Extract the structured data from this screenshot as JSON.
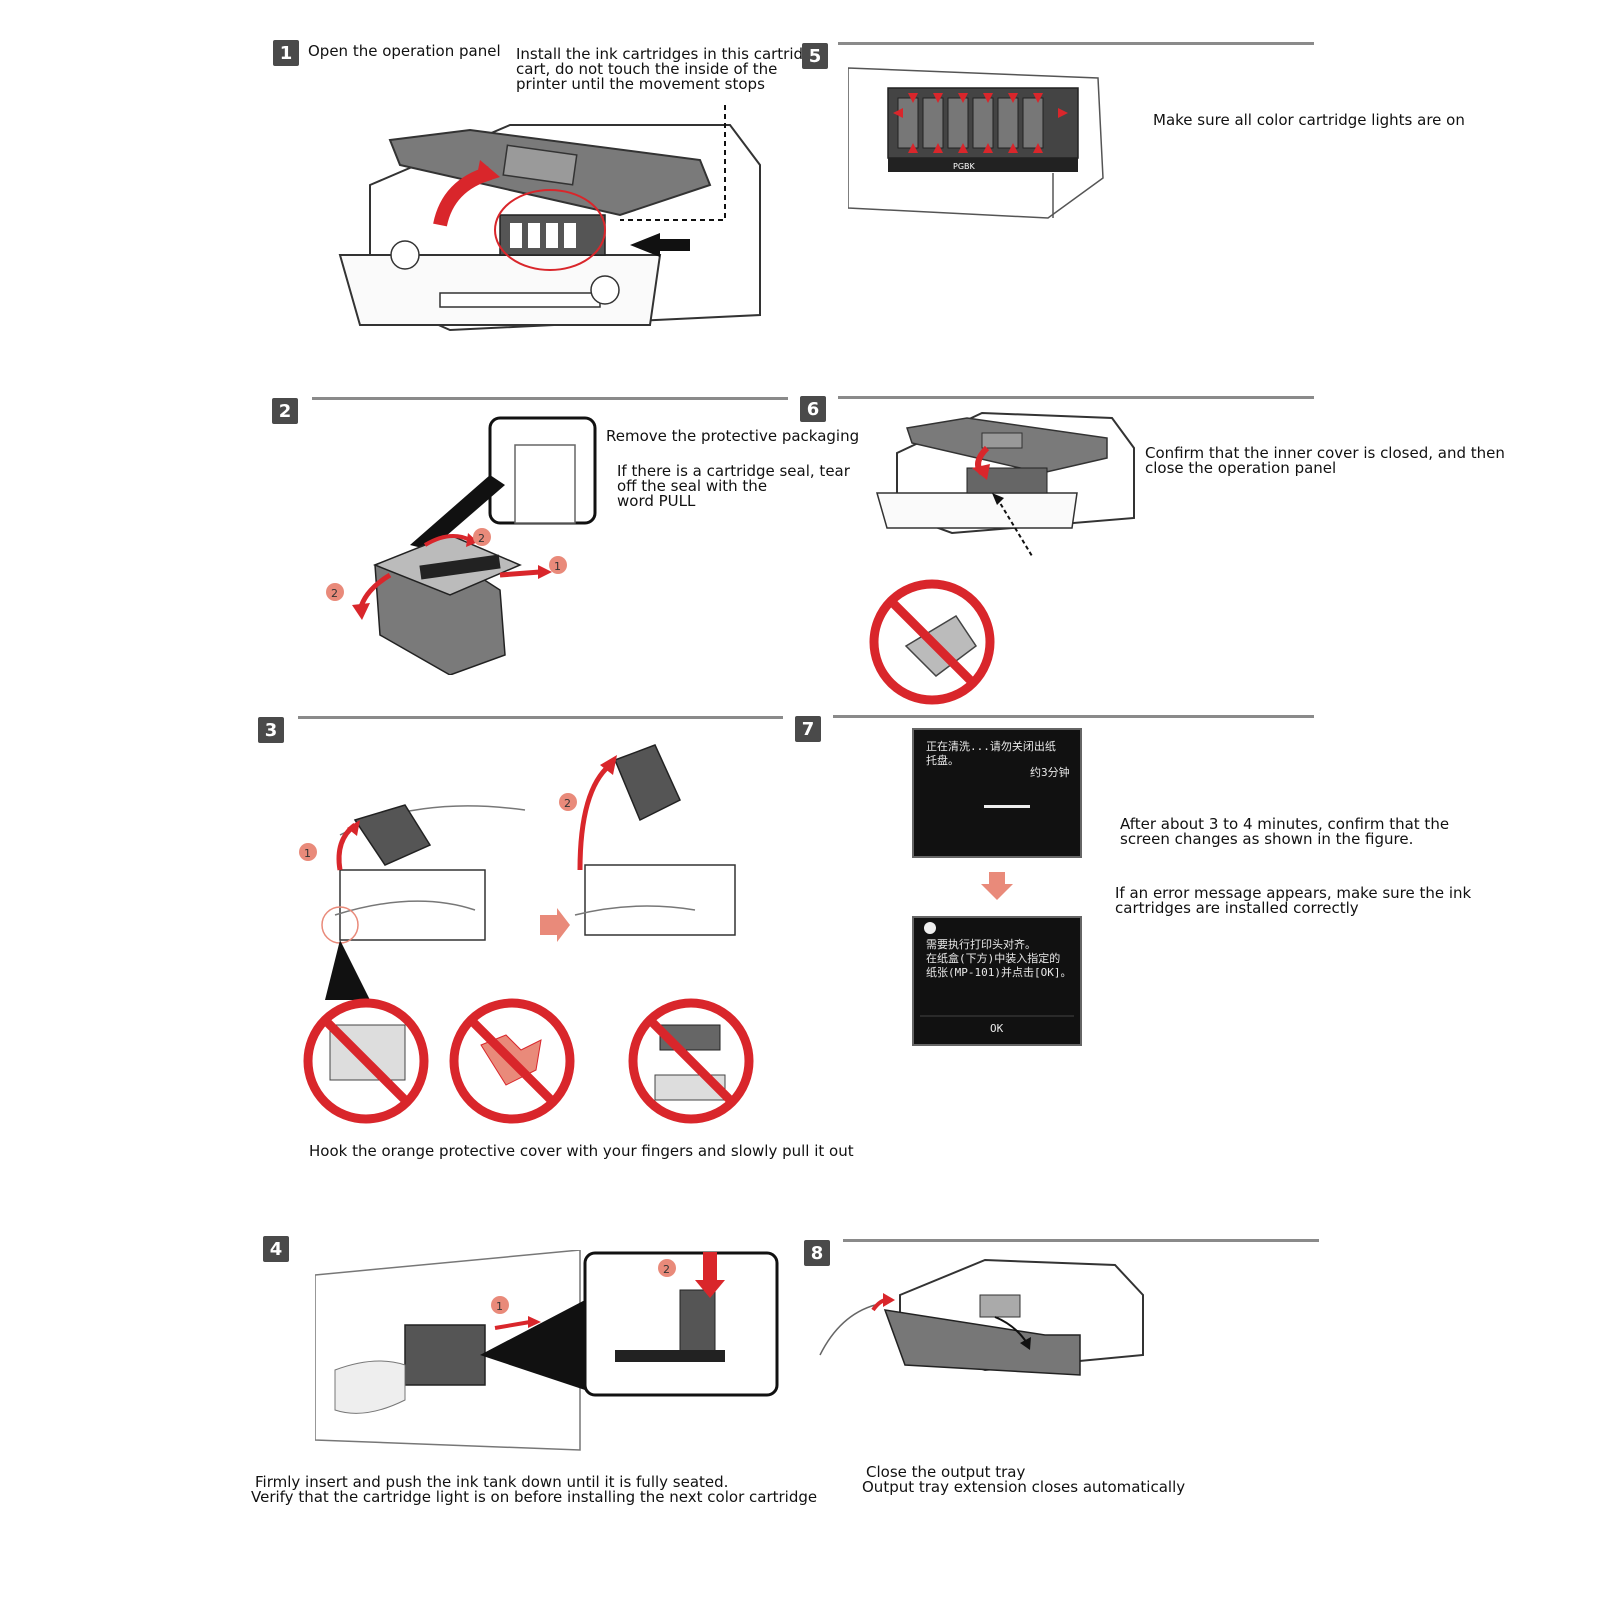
{
  "steps": [
    {
      "number": "1",
      "lines": [
        "Open the operation panel"
      ]
    },
    {
      "number": "5",
      "lines": [
        "Make sure all color cartridge lights are on"
      ]
    },
    {
      "number": "2",
      "lines": [
        "Remove the protective packaging"
      ]
    },
    {
      "number": "6",
      "lines": [
        "Confirm that the inner cover is closed, and then",
        "close the operation panel"
      ]
    },
    {
      "number": "3",
      "lines": [
        "Hook the orange protective cover with your fingers and slowly pull it out"
      ]
    },
    {
      "number": "7",
      "lines": [
        "After about 3 to 4 minutes, confirm that the",
        "screen changes as shown in the figure."
      ]
    },
    {
      "number": "4",
      "lines": [
        "Firmly insert and push the ink tank down until it is fully seated.",
        "Verify that the cartridge light is on before installing the next color cartridge"
      ]
    },
    {
      "number": "8",
      "lines": [
        "Close the output tray",
        "Output tray extension closes automatically"
      ]
    }
  ],
  "notes": {
    "install_callout": [
      "Install the ink cartridges in this cartridge",
      "cart, do not touch the inside of the",
      "printer until the movement stops"
    ],
    "seal_note": [
      "If there is a cartridge seal, tear",
      "off the seal with the",
      "word PULL"
    ],
    "error_note": [
      "If an error message appears, make sure the ink",
      "cartridges are installed correctly"
    ]
  },
  "callout_markers": {
    "one": "1",
    "two": "2"
  },
  "printer_labels": {
    "pgbk": "PGBK"
  },
  "screens": {
    "cleaning": {
      "line1": "正在清洗...请勿关闭出纸",
      "line2": "托盘。",
      "line3": "约3分钟"
    },
    "error": {
      "line1": "需要执行打印头对齐。",
      "line2": "在纸盒(下方)中装入指定的",
      "line3": "纸张(MP-101)并点击[OK]。",
      "ok": "OK"
    }
  },
  "colors": {
    "badge": "#4a4a4a",
    "accent_red": "#d9262b",
    "salmon": "#e98a7a",
    "panel_gray": "#777777",
    "rule": "#8a8a8a"
  },
  "icons": [
    "prohibited-icon",
    "arrow-icon",
    "warning-icon"
  ]
}
